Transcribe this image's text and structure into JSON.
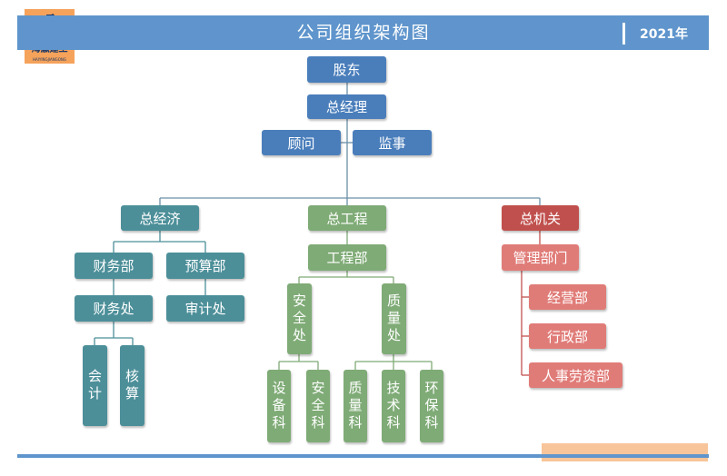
{
  "header": {
    "title": "公司组织架构图",
    "year": "2021年"
  },
  "logo": {
    "name": "海瀛建工",
    "subtitle": "HAIYINGJIANGONG"
  },
  "chart": {
    "top": [
      {
        "id": "shareholders",
        "label": "股东"
      },
      {
        "id": "general_manager",
        "label": "总经理"
      },
      {
        "id": "advisor",
        "label": "顾问"
      },
      {
        "id": "supervisor",
        "label": "监事"
      }
    ],
    "branches": {
      "economics": {
        "label": "总经济",
        "depts": [
          {
            "label": "财务部",
            "office": "财务处",
            "sections": [
              "会计",
              "核算"
            ]
          },
          {
            "label": "预算部",
            "office": "审计处"
          }
        ]
      },
      "engineering": {
        "label": "总工程",
        "dept": "工程部",
        "offices": [
          {
            "label": "安全处",
            "sections": [
              "设备科",
              "安全科"
            ]
          },
          {
            "label": "质量处",
            "sections": [
              "质量科",
              "技术科",
              "环保科"
            ]
          }
        ]
      },
      "admin": {
        "label": "总机关",
        "dept": "管理部门",
        "units": [
          "经营部",
          "行政部",
          "人事劳资部"
        ]
      }
    }
  }
}
